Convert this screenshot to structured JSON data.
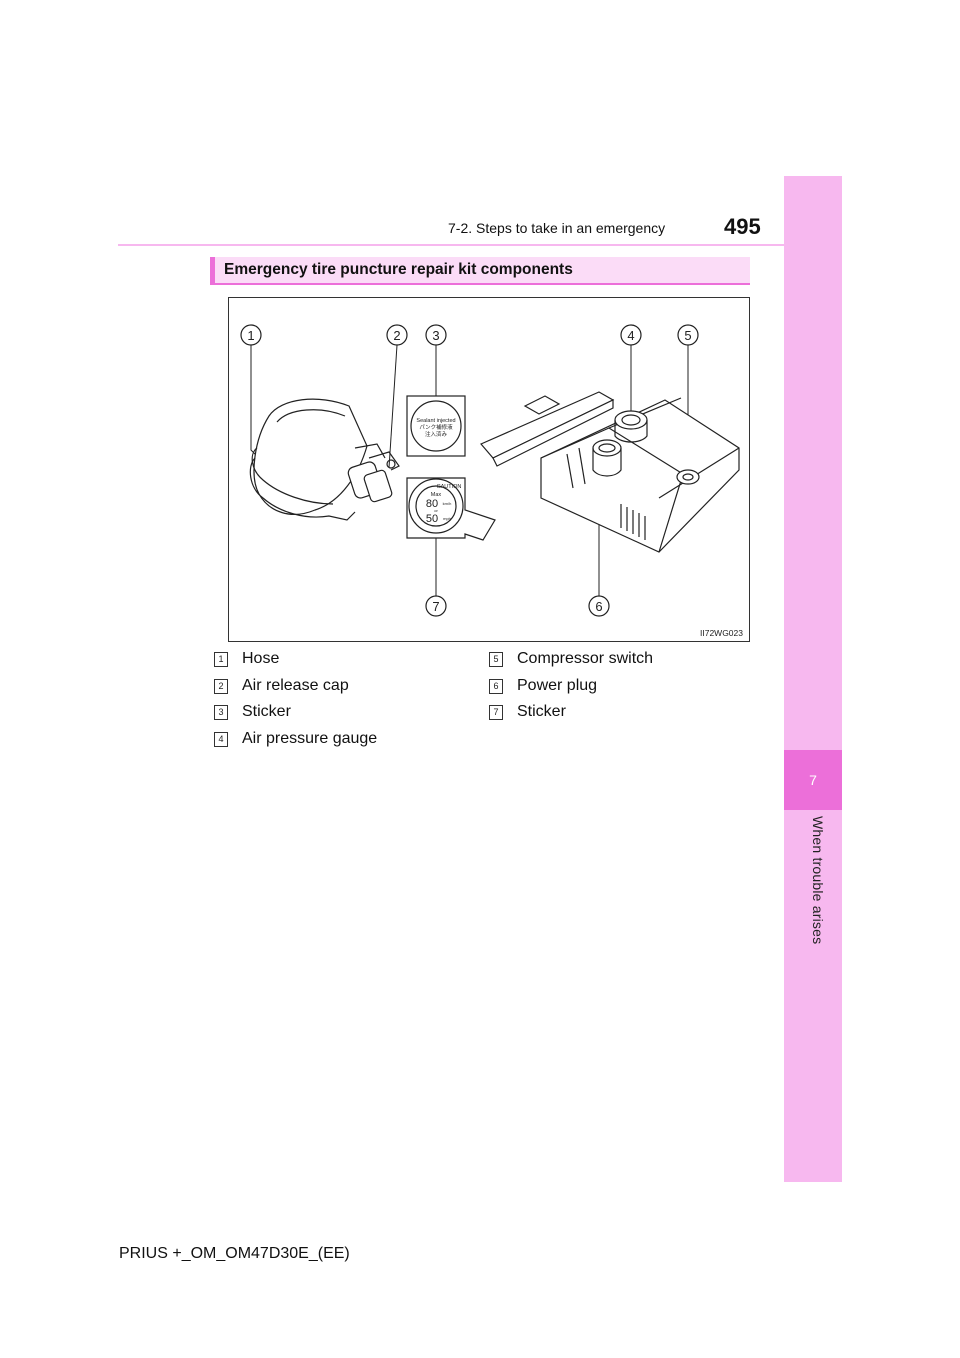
{
  "header": {
    "section_title": "7-2. Steps to take in an emergency",
    "page_number": "495"
  },
  "side_tab": {
    "chapter_number": "7",
    "chapter_title": "When trouble arises"
  },
  "section_heading": "Emergency tire puncture repair kit components",
  "figure": {
    "code": "II72WG023",
    "callouts": [
      "1",
      "2",
      "3",
      "4",
      "5",
      "6",
      "7"
    ],
    "sticker_sealant": {
      "line1": "Sealant injected",
      "line2": "パンク補修液",
      "line3": "注入済み"
    },
    "sticker_caution": {
      "caution": "CAUTION",
      "max": "Max",
      "speed_80": "80",
      "unit_kmh": "km/h",
      "or": "or",
      "speed_50": "50",
      "unit_mph": "mph"
    }
  },
  "legend": [
    {
      "num": "1",
      "label": "Hose"
    },
    {
      "num": "2",
      "label": "Air release cap"
    },
    {
      "num": "3",
      "label": "Sticker"
    },
    {
      "num": "4",
      "label": "Air pressure gauge"
    },
    {
      "num": "5",
      "label": "Compressor switch"
    },
    {
      "num": "6",
      "label": "Power plug"
    },
    {
      "num": "7",
      "label": "Sticker"
    }
  ],
  "footer": {
    "document_id": "PRIUS +_OM_OM47D30E_(EE)"
  }
}
